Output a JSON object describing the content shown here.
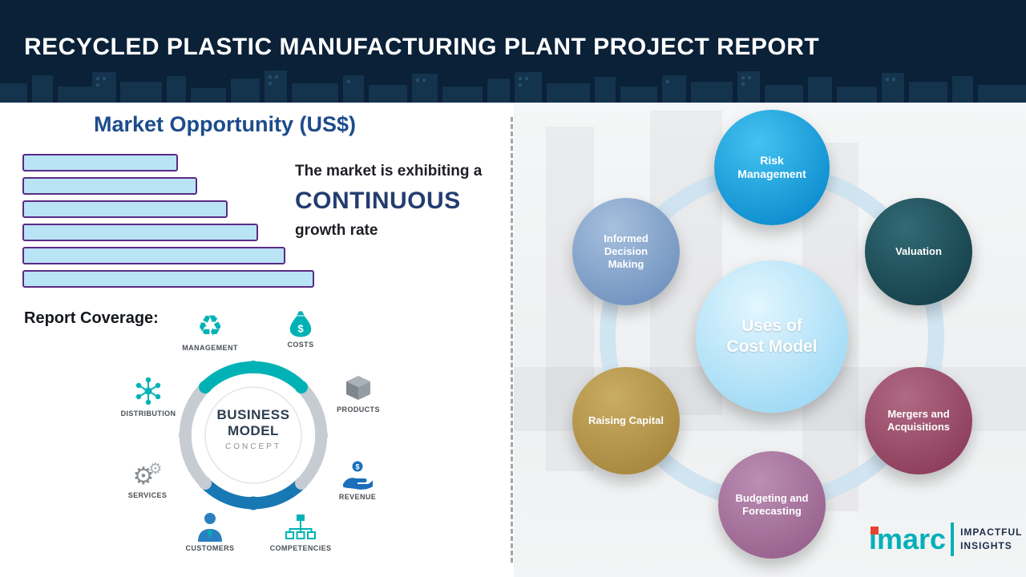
{
  "colors": {
    "navy": "#0a2138",
    "heading-blue": "#1c4c8c",
    "continuous-blue": "#223d6f",
    "bar-fill": "#b9e4f6",
    "bar-border": "#5b2a86",
    "teal": "#00b2b5",
    "icon-blue": "#1c6fba",
    "label-gray": "#4a4f55",
    "divider-gray": "#8f979e",
    "ring-blue": "#cfe3f0",
    "logo-teal": "#00b0b9",
    "logo-red": "#e8432e",
    "logo-navy": "#1d2a4a"
  },
  "header": {
    "title": "RECYCLED PLASTIC MANUFACTURING PLANT PROJECT REPORT"
  },
  "market": {
    "title": "Market Opportunity (US$)",
    "line1": "The market is exhibiting a",
    "line2": "CONTINUOUS",
    "line3": "growth rate"
  },
  "chart_data": {
    "type": "bar",
    "orientation": "horizontal",
    "title": "Market Opportunity (US$)",
    "categories": [
      "",
      "",
      "",
      "",
      "",
      ""
    ],
    "values": [
      190,
      214,
      252,
      290,
      324,
      360
    ],
    "note": "six unlabeled horizontal bars of steadily increasing length (relative px lengths), no axes, no gridlines, no legend",
    "bar_fill": "#b9e4f6",
    "bar_border": "#5b2a86",
    "grid": false,
    "legend": false
  },
  "coverage": {
    "label": "Report Coverage:"
  },
  "business_model": {
    "center": [
      "BUSINESS",
      "MODEL",
      "CONCEPT"
    ],
    "items": [
      {
        "label": "MANAGEMENT",
        "icon": "recycle-icon"
      },
      {
        "label": "COSTS",
        "icon": "money-bag-icon"
      },
      {
        "label": "DISTRIBUTION",
        "icon": "network-icon"
      },
      {
        "label": "PRODUCTS",
        "icon": "box-icon"
      },
      {
        "label": "SERVICES",
        "icon": "gears-icon"
      },
      {
        "label": "REVENUE",
        "icon": "hand-coin-icon"
      },
      {
        "label": "CUSTOMERS",
        "icon": "person-icon"
      },
      {
        "label": "COMPETENCIES",
        "icon": "org-chart-icon"
      }
    ]
  },
  "cost_model": {
    "center": {
      "label": "Uses of\nCost Model",
      "color": "#9ed9f5",
      "color_light": "#e2f6fe"
    },
    "nodes": [
      {
        "label": "Risk Management",
        "color": "#0f8fd0",
        "color_light": "#44c2f0"
      },
      {
        "label": "Informed Decision Making",
        "color": "#7495c1",
        "color_light": "#a6c0dd"
      },
      {
        "label": "Valuation",
        "color": "#17434d",
        "color_light": "#326a74"
      },
      {
        "label": "Raising Capital",
        "color": "#a8893f",
        "color_light": "#c9ad63"
      },
      {
        "label": "Mergers and Acquisitions",
        "color": "#8e3f5c",
        "color_light": "#b06a83"
      },
      {
        "label": "Budgeting and Forecasting",
        "color": "#99648f",
        "color_light": "#bb8eb4"
      }
    ]
  },
  "logo": {
    "brand": "imarc",
    "tagline_line1": "IMPACTFUL",
    "tagline_line2": "INSIGHTS"
  }
}
